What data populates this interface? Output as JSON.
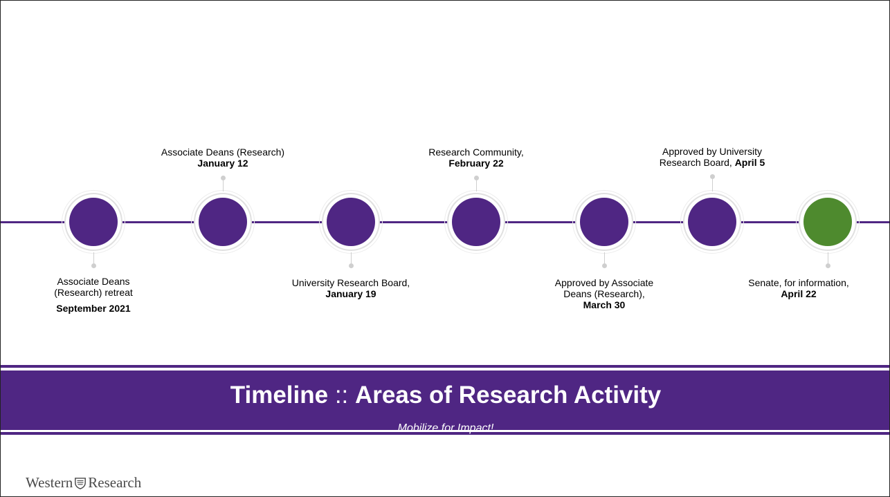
{
  "slide": {
    "title_part1": "Timeline",
    "separator": " :: ",
    "title_part2": "Areas of Research Activity",
    "subtitle": "Mobilize for Impact!",
    "brand_left": "Western",
    "brand_right": "Research",
    "brand_icon": "crest-icon",
    "colors": {
      "purple": "#4f2683",
      "green": "#4e8a2e",
      "ring": "#e0e0e0"
    }
  },
  "timeline": [
    {
      "label_lines": [
        "Associate Deans",
        "(Research) retreat"
      ],
      "date": "September 2021",
      "position": "below",
      "color": "purple"
    },
    {
      "label_lines": [
        "Associate Deans (Research)"
      ],
      "date": "January 12",
      "position": "above",
      "color": "purple"
    },
    {
      "label_lines": [
        "University Research Board,"
      ],
      "date": "January 19",
      "position": "below",
      "color": "purple"
    },
    {
      "label_lines": [
        "Research Community,"
      ],
      "date": "February 22",
      "position": "above",
      "color": "purple"
    },
    {
      "label_lines": [
        "Approved by Associate",
        "Deans (Research),"
      ],
      "date": "March 30",
      "position": "below",
      "color": "purple"
    },
    {
      "label_lines": [
        "Approved by University",
        "Research Board,"
      ],
      "date": "April 5",
      "position": "above",
      "color": "purple"
    },
    {
      "label_lines": [
        "Senate, for information,"
      ],
      "date": "April 22",
      "position": "below",
      "color": "green"
    }
  ]
}
